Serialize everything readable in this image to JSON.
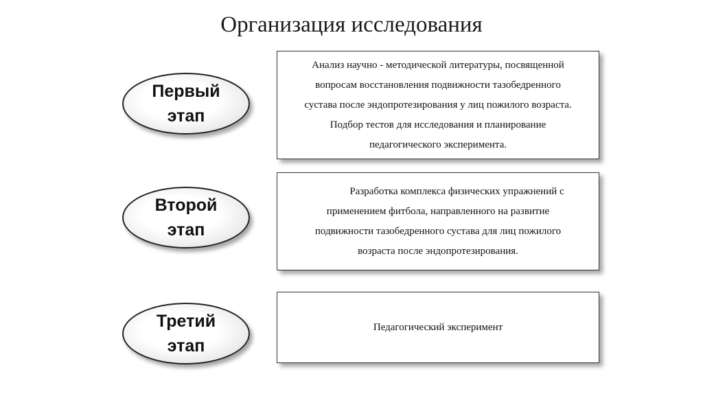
{
  "title": "Организация исследования",
  "stages": [
    {
      "label_line1": "Первый",
      "label_line2": "этап",
      "lines": [
        "Анализ научно - методической литературы, посвященной",
        "вопросам восстановления подвижности тазобедренного",
        "сустава после эндопротезирования  у лиц пожилого возраста.",
        "Подбор тестов для исследования и планирование",
        "педагогического эксперимента."
      ]
    },
    {
      "label_line1": "Второй",
      "label_line2": "этап",
      "lines": [
        "Разработка комплекса физических упражнений с",
        "применением фитбола, направленного на развитие",
        "подвижности тазобедренного сустава  для лиц пожилого",
        "возраста после эндопротезирования."
      ]
    },
    {
      "label_line1": "Третий",
      "label_line2": "этап",
      "lines": [
        "Педагогический эксперимент"
      ]
    }
  ]
}
